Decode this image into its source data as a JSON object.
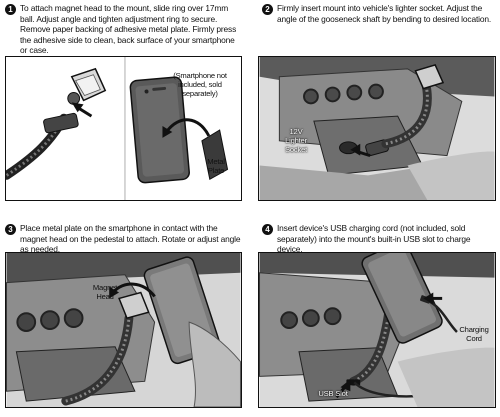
{
  "steps": [
    {
      "number": "1",
      "instruction": "To attach magnet head to the mount, slide ring over 17mm ball. Adjust angle and tighten adjustment ring to secure. Remove paper backing of adhesive metal plate. Firmly press the adhesive side to clean, back surface of your smartphone or case.",
      "labels": {
        "phone_note": "(Smartphone not included, sold separately)",
        "plate": "Metal Plate"
      }
    },
    {
      "number": "2",
      "instruction": "Firmly insert mount into vehicle's lighter socket. Adjust the angle of the gooseneck shaft by bending to desired location.",
      "labels": {
        "socket": "12V Lighter Socket"
      }
    },
    {
      "number": "3",
      "instruction": "Place metal plate on the smartphone in contact with the magnet head on the pedestal to attach. Rotate or adjust angle as needed.",
      "labels": {
        "head": "Magnet Head"
      }
    },
    {
      "number": "4",
      "instruction": "Insert device's USB charging cord (not included, sold separately) into the mount's built-in USB slot to charge device.",
      "labels": {
        "cord": "Charging Cord",
        "usb": "USB Slot"
      }
    }
  ]
}
